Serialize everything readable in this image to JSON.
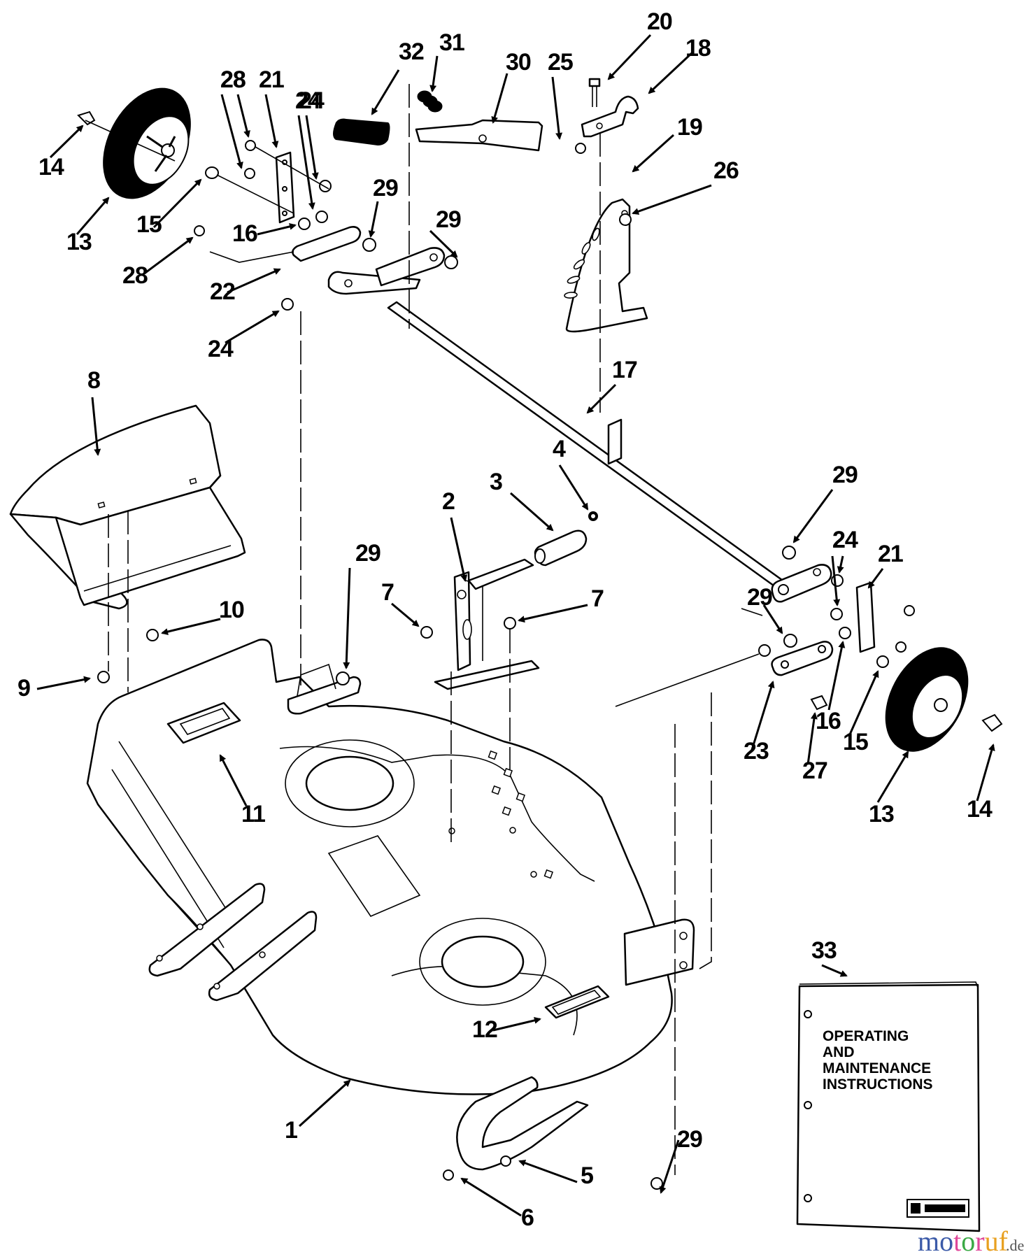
{
  "diagram": {
    "title": "Mower deck assembly exploded parts diagram",
    "callouts": [
      {
        "id": "c1",
        "label": "1",
        "part": "Mower deck housing"
      },
      {
        "id": "c2",
        "label": "2",
        "part": "Lift bracket with pin"
      },
      {
        "id": "c3",
        "label": "3",
        "part": "Spacer / roller"
      },
      {
        "id": "c4",
        "label": "4",
        "part": "Push nut"
      },
      {
        "id": "c5",
        "label": "5",
        "part": "Screw"
      },
      {
        "id": "c6",
        "label": "6",
        "part": "Bolt"
      },
      {
        "id": "c7a",
        "label": "7",
        "part": "Nut"
      },
      {
        "id": "c7b",
        "label": "7",
        "part": "Nut"
      },
      {
        "id": "c8",
        "label": "8",
        "part": "Discharge chute"
      },
      {
        "id": "c9",
        "label": "9",
        "part": "Screw"
      },
      {
        "id": "c10",
        "label": "10",
        "part": "Nut"
      },
      {
        "id": "c11",
        "label": "11",
        "part": "Decal"
      },
      {
        "id": "c12",
        "label": "12",
        "part": "Caution decal"
      },
      {
        "id": "c13a",
        "label": "13",
        "part": "Wheel"
      },
      {
        "id": "c13b",
        "label": "13",
        "part": "Wheel"
      },
      {
        "id": "c14a",
        "label": "14",
        "part": "Shoulder bolt"
      },
      {
        "id": "c14b",
        "label": "14",
        "part": "Shoulder bolt"
      },
      {
        "id": "c15a",
        "label": "15",
        "part": "Washer"
      },
      {
        "id": "c15b",
        "label": "15",
        "part": "Washer"
      },
      {
        "id": "c16a",
        "label": "16",
        "part": "Lock nut"
      },
      {
        "id": "c16b",
        "label": "16",
        "part": "Lock nut"
      },
      {
        "id": "c17",
        "label": "17",
        "part": "Height adjust rod"
      },
      {
        "id": "c18",
        "label": "18",
        "part": "Clamp"
      },
      {
        "id": "c19",
        "label": "19",
        "part": "Height adjust bracket"
      },
      {
        "id": "c20",
        "label": "20",
        "part": "Bolt"
      },
      {
        "id": "c21a",
        "label": "21",
        "part": "Wheel bracket"
      },
      {
        "id": "c21b",
        "label": "21",
        "part": "Wheel bracket"
      },
      {
        "id": "c22",
        "label": "22",
        "part": "Link"
      },
      {
        "id": "c23",
        "label": "23",
        "part": "Link"
      },
      {
        "id": "c24a",
        "label": "24",
        "part": "Spacer"
      },
      {
        "id": "c24b",
        "label": "24",
        "part": "Spacer"
      },
      {
        "id": "c24c",
        "label": "24",
        "part": "Spacer"
      },
      {
        "id": "c24d",
        "label": "24",
        "part": "Spacer"
      },
      {
        "id": "c24e",
        "label": "24",
        "part": "Spacer"
      },
      {
        "id": "c25",
        "label": "25",
        "part": "Screw"
      },
      {
        "id": "c26",
        "label": "26",
        "part": "Nut"
      },
      {
        "id": "c27",
        "label": "27",
        "part": "Bolt"
      },
      {
        "id": "c28a",
        "label": "28",
        "part": "Bolt"
      },
      {
        "id": "c28b",
        "label": "28",
        "part": "Bolt"
      },
      {
        "id": "c28c",
        "label": "28",
        "part": "Bolt"
      },
      {
        "id": "c29a",
        "label": "29",
        "part": "Lock nut"
      },
      {
        "id": "c29b",
        "label": "29",
        "part": "Lock nut"
      },
      {
        "id": "c29c",
        "label": "29",
        "part": "Lock nut"
      },
      {
        "id": "c29d",
        "label": "29",
        "part": "Lock nut"
      },
      {
        "id": "c29e",
        "label": "29",
        "part": "Lock nut"
      },
      {
        "id": "c29f",
        "label": "29",
        "part": "Lock nut"
      },
      {
        "id": "c30",
        "label": "30",
        "part": "Height adjust lever"
      },
      {
        "id": "c31",
        "label": "31",
        "part": "Spring"
      },
      {
        "id": "c32",
        "label": "32",
        "part": "Grip"
      },
      {
        "id": "c33",
        "label": "33",
        "part": "Owner's manual"
      }
    ],
    "manual": {
      "line1": "OPERATING",
      "line2": "AND",
      "line3": "MAINTENANCE",
      "line4": "INSTRUCTIONS"
    },
    "watermark": {
      "letters": [
        "m",
        "o",
        "t",
        "o",
        "r",
        "u",
        "f"
      ],
      "colors": [
        "#3b5aa8",
        "#3b5aa8",
        "#e0489a",
        "#3aa844",
        "#e0489a",
        "#e8a020",
        "#e8a020"
      ],
      "suffix": ".de"
    }
  }
}
